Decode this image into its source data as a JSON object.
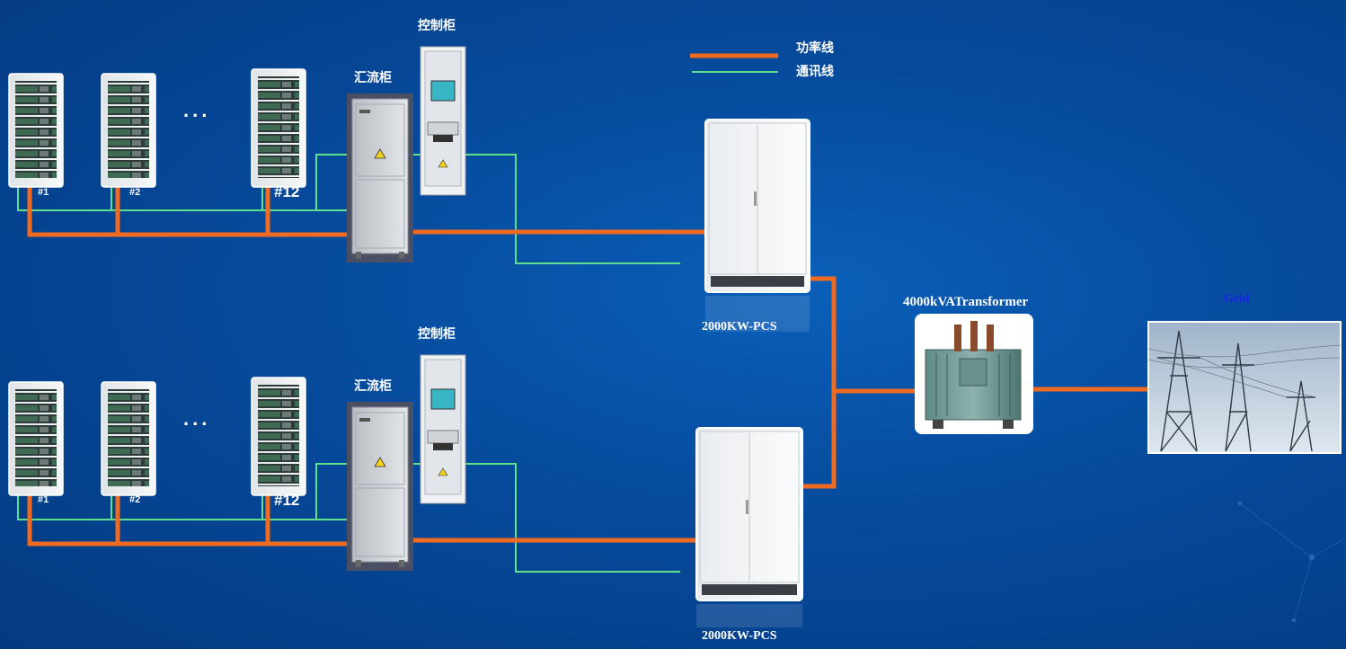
{
  "legend": {
    "power_line": "功率线",
    "comm_line": "通讯线"
  },
  "colors": {
    "power": "#f06a22",
    "comm": "#5fe08a",
    "background": "#064a9c"
  },
  "groups": [
    {
      "racks": [
        "#1",
        "#2",
        "#12"
      ],
      "ellipsis": "...",
      "combiner_label": "汇流柜",
      "control_label": "控制柜",
      "pcs_label": "2000KW-PCS"
    },
    {
      "racks": [
        "#1",
        "#2",
        "#12"
      ],
      "ellipsis": "...",
      "combiner_label": "汇流柜",
      "control_label": "控制柜",
      "pcs_label": "2000KW-PCS"
    }
  ],
  "transformer_label": "4000kVATransformer",
  "grid_label": "Grid"
}
